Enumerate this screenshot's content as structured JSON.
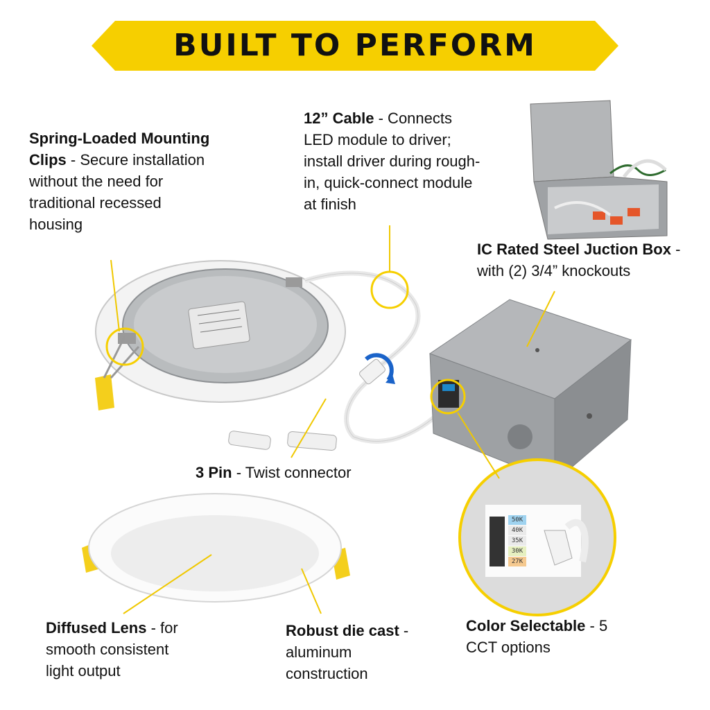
{
  "banner": {
    "title": "BUILT TO PERFORM"
  },
  "callouts": {
    "clips": {
      "bold": "Spring-Loaded Mounting Clips",
      "rest": " - Secure installation without the need for traditional recessed housing"
    },
    "cable": {
      "bold": "12” Cable",
      "rest": " - Connects LED module to driver; install driver during rough-in, quick-connect module at finish"
    },
    "jbox": {
      "bold": "IC Rated Steel Juction Box",
      "rest": " - with (2) 3/4” knockouts"
    },
    "pin": {
      "bold": "3 Pin",
      "rest": " - Twist connector"
    },
    "lens": {
      "bold": "Diffused Lens",
      "rest": " - for smooth consistent light output"
    },
    "cast": {
      "bold": "Robust die cast",
      "rest": " - aluminum construction"
    },
    "color": {
      "bold": "Color Selectable",
      "rest": " - 5 CCT options"
    }
  },
  "cct_options": [
    "50K",
    "40K",
    "35K",
    "30K",
    "27K"
  ],
  "colors": {
    "accent": "#f6cf00",
    "steel": "#a9acaf",
    "text": "#111111"
  }
}
